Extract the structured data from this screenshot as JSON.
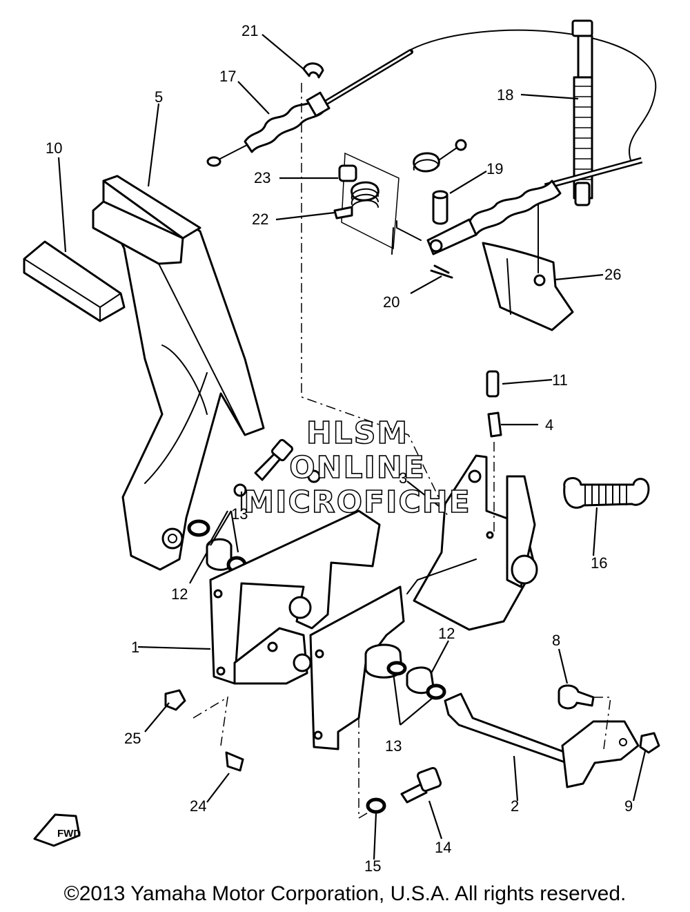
{
  "watermark": [
    "HLSM",
    "ONLINE",
    "MICROFICHE"
  ],
  "copyright": "©2013 Yamaha Motor Corporation, U.S.A. All rights reserved.",
  "fwd_mark": "FWD",
  "callouts": {
    "c1": "1",
    "c2": "2",
    "c3": "3",
    "c4": "4",
    "c5": "5",
    "c8": "8",
    "c9": "9",
    "c10": "10",
    "c11": "11",
    "c12a": "12",
    "c12b": "12",
    "c13a": "13",
    "c13b": "13",
    "c14": "14",
    "c15": "15",
    "c16": "16",
    "c17": "17",
    "c18": "18",
    "c19": "19",
    "c20": "20",
    "c21": "21",
    "c22": "22",
    "c23": "23",
    "c24": "24",
    "c25": "25",
    "c26": "26"
  }
}
